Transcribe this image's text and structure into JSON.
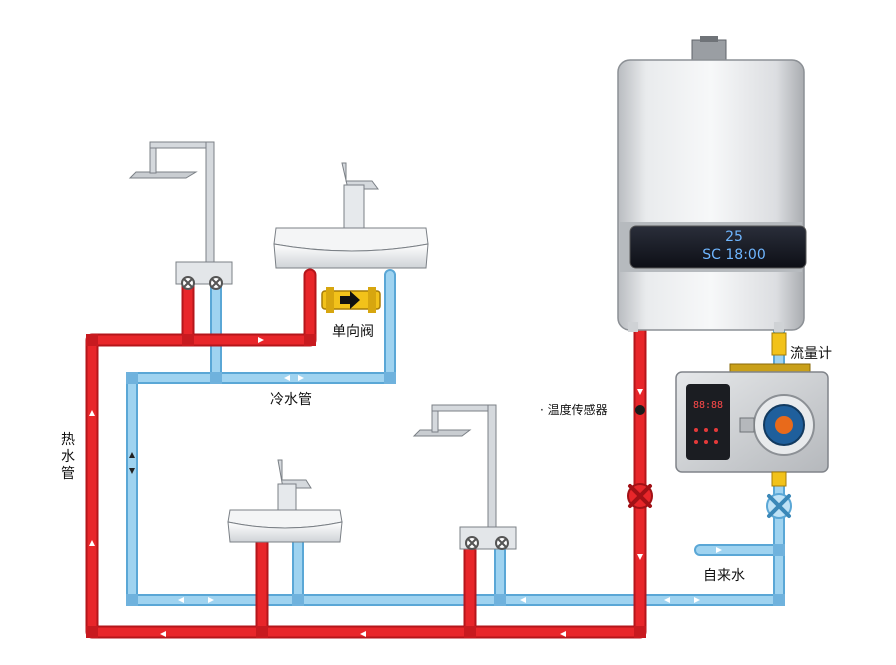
{
  "labels": {
    "check_valve": "单向阀",
    "cold_pipe": "冷水管",
    "hot_pipe": "热水管",
    "temp_sensor": "· 温度传感器",
    "flow_meter": "流量计",
    "tap_water": "自来水"
  },
  "heater_display": {
    "temperature": "25",
    "status": "SC 18:00"
  },
  "controller_display": "88:88",
  "colors": {
    "hot": "#e8262a",
    "cold": "#8fc9ea",
    "cold_edge": "#5aa7d6",
    "valve": "#f2c21a",
    "heater_body": "#d9dbde"
  }
}
